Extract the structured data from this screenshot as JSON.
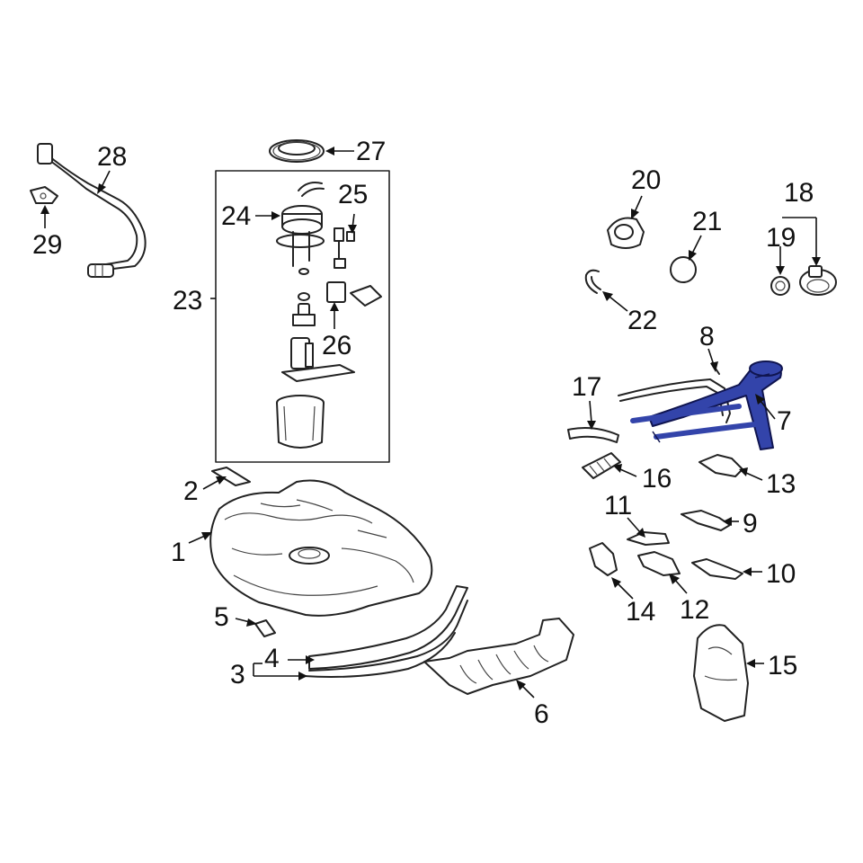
{
  "colors": {
    "highlight": "#3344aa",
    "highlight_stroke": "#101550",
    "line": "#222222",
    "background": "#ffffff"
  },
  "callouts": {
    "c1": "1",
    "c2": "2",
    "c3": "3",
    "c4": "4",
    "c5": "5",
    "c6": "6",
    "c7": "7",
    "c8": "8",
    "c9": "9",
    "c10": "10",
    "c11": "11",
    "c12": "12",
    "c13": "13",
    "c14": "14",
    "c15": "15",
    "c16": "16",
    "c17": "17",
    "c18": "18",
    "c19": "19",
    "c20": "20",
    "c21": "21",
    "c22": "22",
    "c23": "23",
    "c24": "24",
    "c25": "25",
    "c26": "26",
    "c27": "27",
    "c28": "28",
    "c29": "29"
  }
}
